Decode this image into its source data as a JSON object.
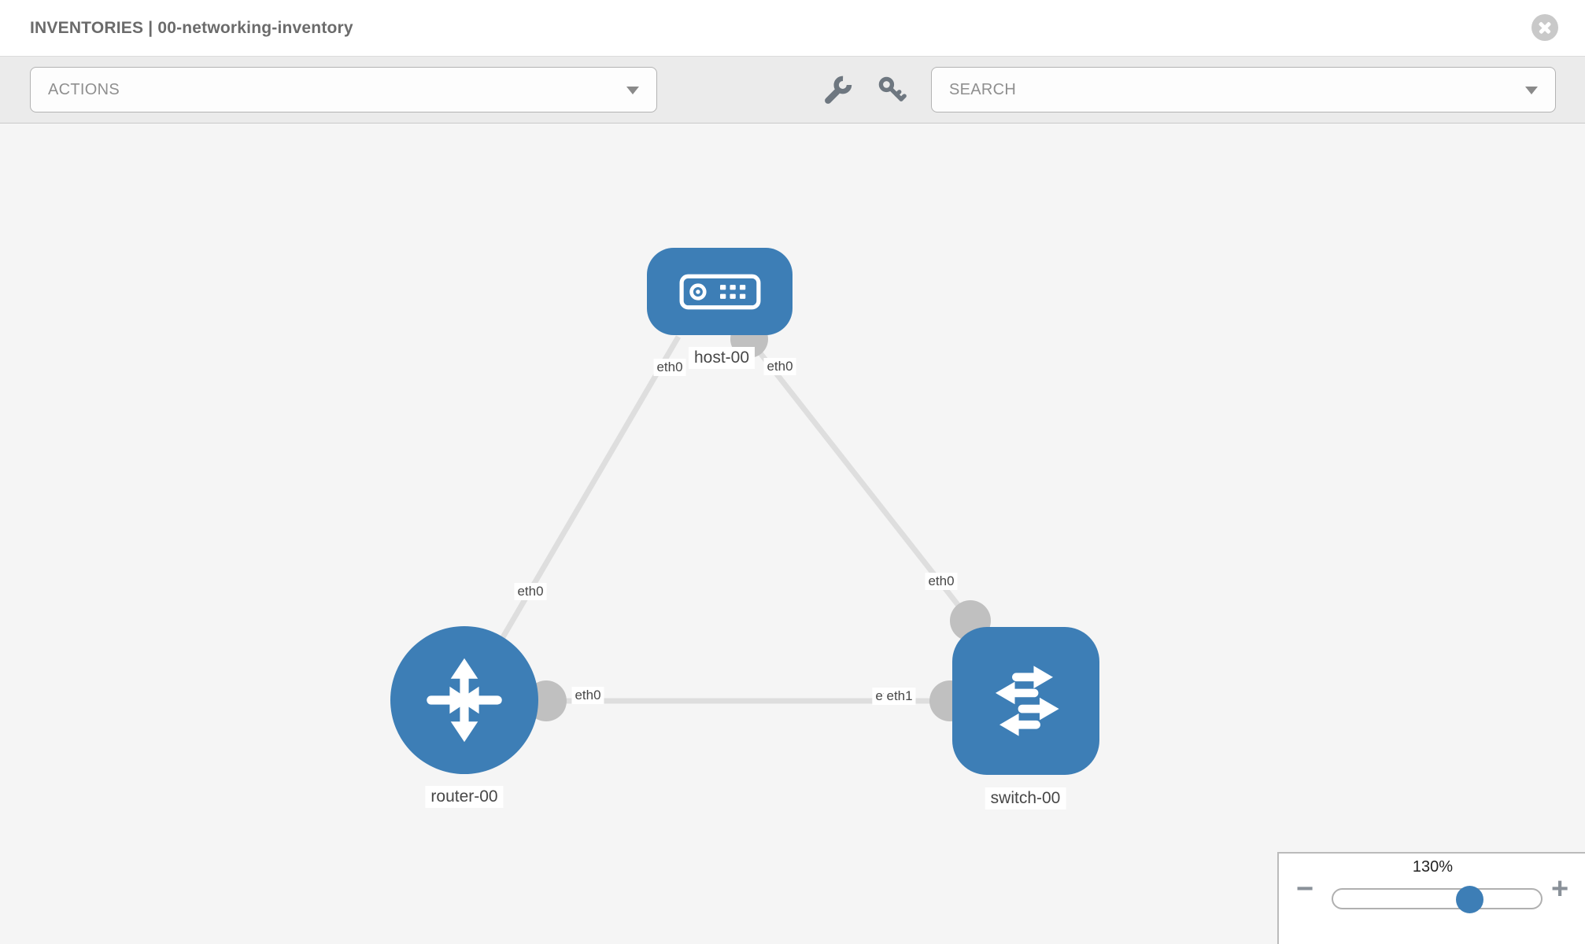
{
  "header": {
    "title": "INVENTORIES | 00-networking-inventory"
  },
  "toolbar": {
    "actions": {
      "label": "ACTIONS"
    },
    "search": {
      "label": "SEARCH"
    },
    "tool_icons": [
      "wrench",
      "key"
    ]
  },
  "diagram": {
    "nodes": [
      {
        "id": "host-00",
        "label": "host-00",
        "type": "host",
        "shape": "rounded-rect",
        "color": "#3d7eb6"
      },
      {
        "id": "router-00",
        "label": "router-00",
        "type": "router",
        "shape": "circle",
        "color": "#3d7eb6"
      },
      {
        "id": "switch-00",
        "label": "switch-00",
        "type": "switch",
        "shape": "rounded-square",
        "color": "#3d7eb6"
      }
    ],
    "links": [
      {
        "from": "host-00",
        "from_if": "eth0",
        "to": "router-00",
        "to_if": "eth0"
      },
      {
        "from": "host-00",
        "from_if": "eth0",
        "to": "switch-00",
        "to_if": "eth0"
      },
      {
        "from": "router-00",
        "from_if": "eth0",
        "to": "switch-00",
        "to_if": "eth1"
      }
    ],
    "labels": {
      "host": "host-00",
      "router": "router-00",
      "switch": "switch-00",
      "host_if_left": "eth0",
      "host_if_right": "eth0",
      "link_host_router_if": "eth0",
      "link_host_switch_if": "eth0",
      "router_if_right": "eth0",
      "switch_if_left_under": "eth0",
      "switch_if_left_over": "eth1"
    }
  },
  "zoom_control": {
    "level": "130%",
    "minus_label": "−",
    "plus_label": "+"
  },
  "colors": {
    "node_blue": "#3d7eb6",
    "edge_gray": "#dedede",
    "port_gray": "#c0c0c0",
    "canvas_bg": "#f5f5f5",
    "toolbar_bg": "#ebebeb"
  }
}
